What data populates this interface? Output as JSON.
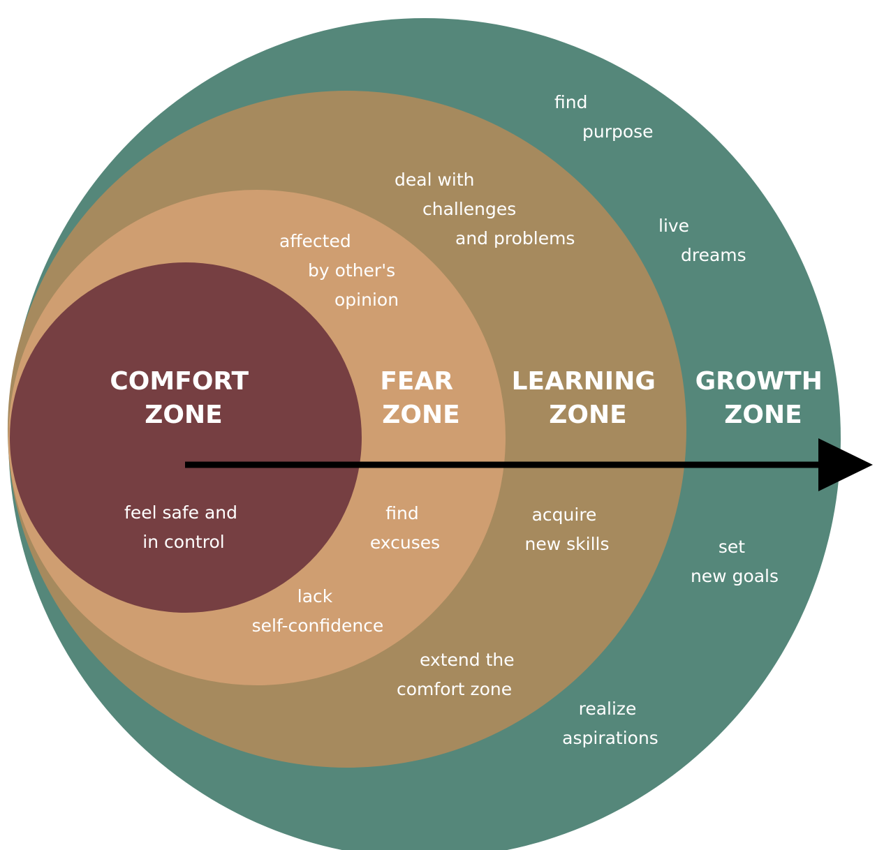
{
  "colors": {
    "growth": "#55877A",
    "learning": "#A68A5E",
    "fear": "#CF9E71",
    "comfort": "#763F42",
    "text": "#FFFFFF",
    "arrow": "#000000"
  },
  "zones": {
    "comfort": {
      "title_line1": "COMFORT",
      "title_line2": "ZONE",
      "text_line1": "feel safe and",
      "text_line2": "in control"
    },
    "fear": {
      "title_line1": "FEAR",
      "title_line2": "ZONE",
      "affected_line1": "affected",
      "affected_line2": "by other's",
      "affected_line3": "opinion",
      "excuses_line1": "find",
      "excuses_line2": "excuses",
      "lack_line1": "lack",
      "lack_line2": "self-confidence"
    },
    "learning": {
      "title_line1": "LEARNING",
      "title_line2": "ZONE",
      "challenges_line1": "deal with",
      "challenges_line2": "challenges",
      "challenges_line3": "and problems",
      "skills_line1": "acquire",
      "skills_line2": "new skills",
      "extend_line1": "extend the",
      "extend_line2": "comfort zone"
    },
    "growth": {
      "title_line1": "GROWTH",
      "title_line2": "ZONE",
      "purpose_line1": "find",
      "purpose_line2": "purpose",
      "dreams_line1": "live",
      "dreams_line2": "dreams",
      "goals_line1": "set",
      "goals_line2": "new goals",
      "aspirations_line1": "realize",
      "aspirations_line2": "aspirations"
    }
  }
}
